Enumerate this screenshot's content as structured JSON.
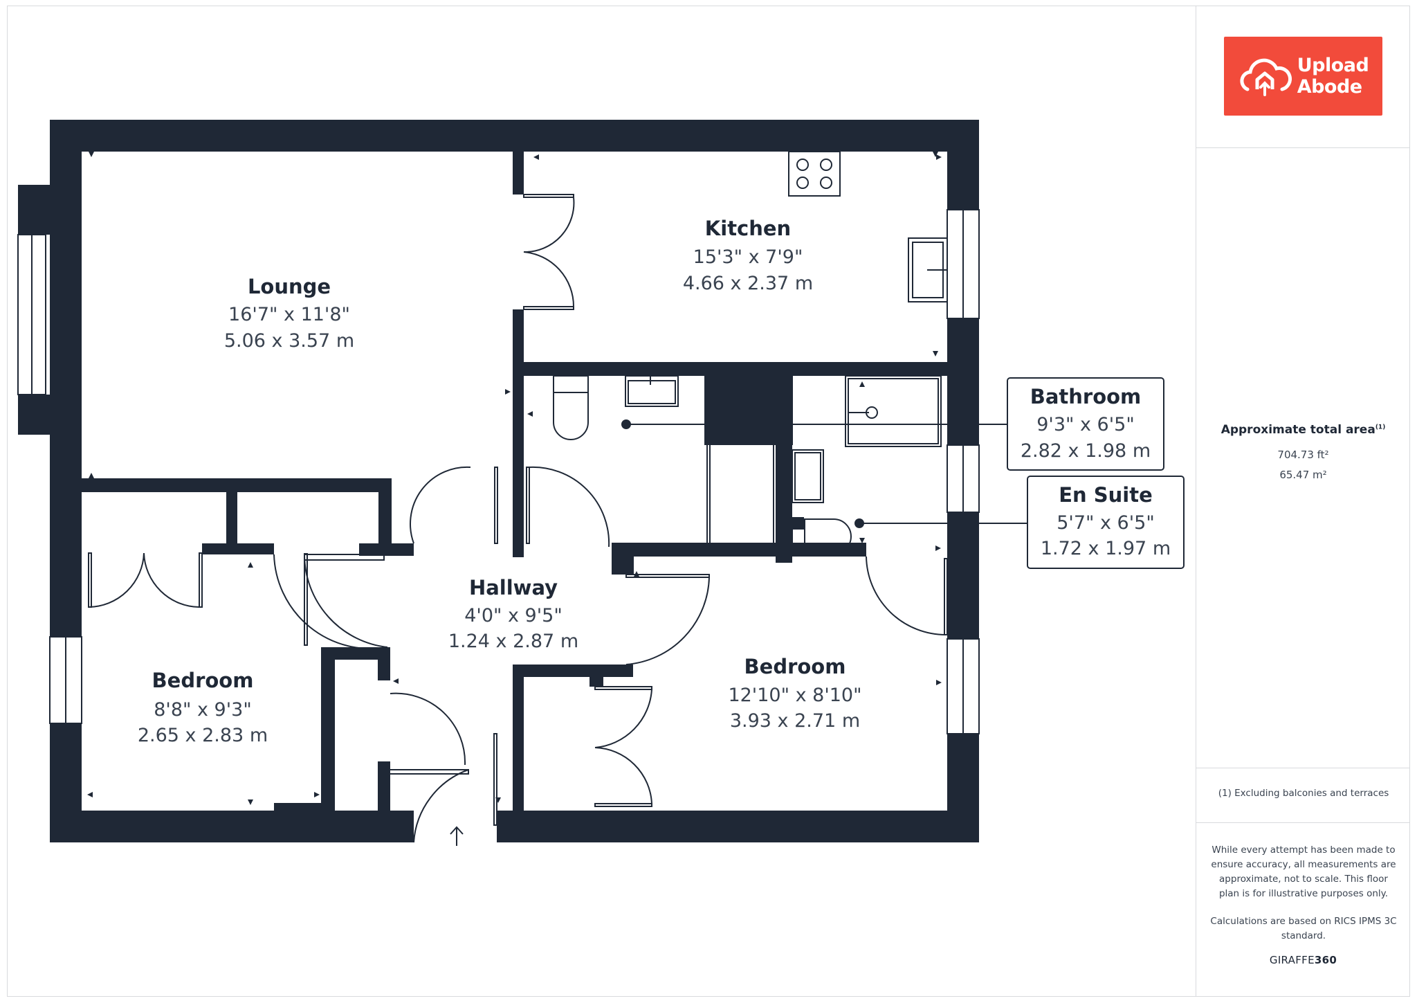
{
  "rooms": {
    "lounge": {
      "name": "Lounge",
      "imperial": "16'7\" x 11'8\"",
      "metric": "5.06 x 3.57 m"
    },
    "kitchen": {
      "name": "Kitchen",
      "imperial": "15'3\" x 7'9\"",
      "metric": "4.66 x 2.37 m"
    },
    "bathroom": {
      "name": "Bathroom",
      "imperial": "9'3\" x 6'5\"",
      "metric": "2.82 x 1.98 m"
    },
    "ensuite": {
      "name": "En Suite",
      "imperial": "5'7\" x 6'5\"",
      "metric": "1.72 x 1.97 m"
    },
    "hallway": {
      "name": "Hallway",
      "imperial": "4'0\" x 9'5\"",
      "metric": "1.24 x 2.87 m"
    },
    "bedroom_left": {
      "name": "Bedroom",
      "imperial": "8'8\" x 9'3\"",
      "metric": "2.65 x 2.83 m"
    },
    "bedroom_right": {
      "name": "Bedroom",
      "imperial": "12'10\" x 8'10\"",
      "metric": "3.93 x 2.71 m"
    }
  },
  "sidebar": {
    "logo_line1": "Upload",
    "logo_line2": "Abode",
    "area_title": "Approximate total area",
    "area_sup": "(1)",
    "area_ft": "704.73 ft²",
    "area_m": "65.47 m²",
    "footnote": "(1) Excluding balconies and terraces",
    "disclaimer": "While every attempt has been made to ensure accuracy, all measurements are approximate, not to scale. This floor plan is for illustrative purposes only.",
    "calc_note": "Calculations are based on RICS IPMS 3C standard.",
    "brand_light": "GIRAFFE",
    "brand_bold": "360"
  },
  "colors": {
    "wall": "#1f2836",
    "accent": "#f24b3b",
    "border": "#d8dadd"
  }
}
